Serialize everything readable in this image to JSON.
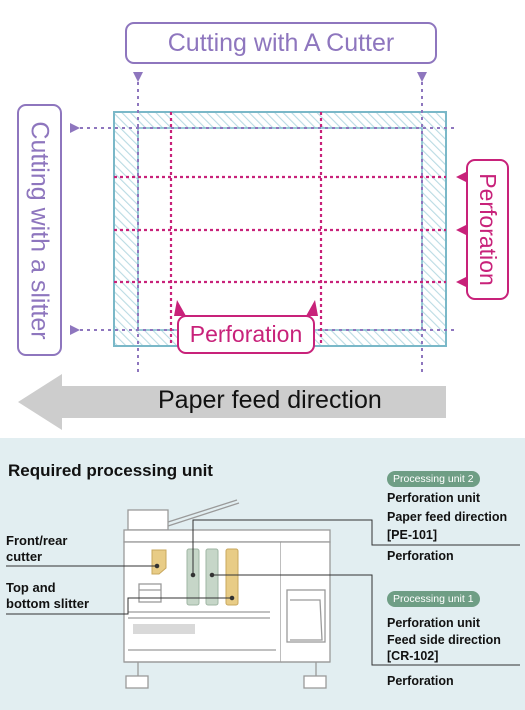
{
  "diagram": {
    "cutter_label": "Cutting with A Cutter",
    "slitter_label": "Cutting with a slitter",
    "perforation_right_label": "Perforation",
    "perforation_bottom_label": "Perforation",
    "feed_direction_label": "Paper feed direction"
  },
  "processing": {
    "title": "Required processing unit",
    "left_labels": [
      "Front/rear cutter",
      "Top and bottom slitter"
    ],
    "front_rear_cutter": [
      "Front/rear",
      "cutter"
    ],
    "top_bottom_slitter": [
      "Top and",
      "bottom slitter"
    ],
    "unit2": {
      "badge": "Processing unit 2",
      "name": "Perforation unit",
      "direction": "Paper feed direction",
      "code": "[PE-101]",
      "function": "Perforation"
    },
    "unit1": {
      "badge": "Processing unit 1",
      "name": "Perforation unit",
      "direction": "Feed side direction",
      "code": "[CR-102]",
      "function": "Perforation"
    }
  },
  "colors": {
    "cutter_slitter": "#8e76be",
    "perforation": "#c8227a",
    "sheet_border": "#7ab8c8",
    "hatch": "#b9dbe3",
    "arrow": "#cdcdcd",
    "panel_bg": "#e2eef1",
    "badge": "#6f9e85",
    "unit_slot_green": "#c6d6c8",
    "unit_slot_yellow": "#e8cc86"
  }
}
